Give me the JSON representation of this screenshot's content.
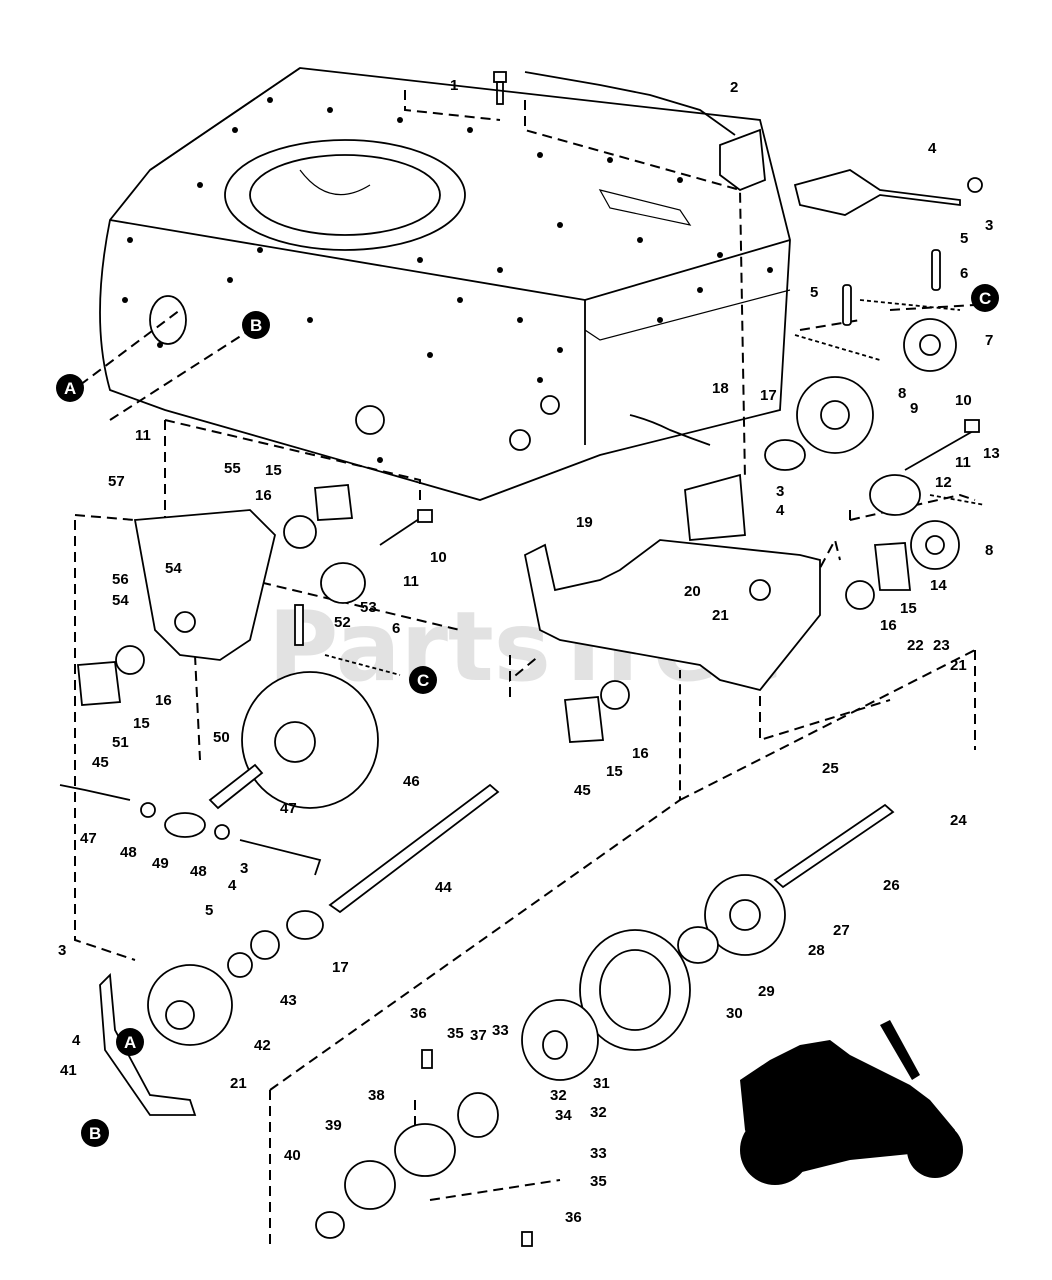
{
  "watermark": {
    "text": "PartsTree",
    "tm": "™"
  },
  "callouts": [
    "A",
    "B",
    "C"
  ],
  "part_numbers": [
    "1",
    "2",
    "3",
    "4",
    "5",
    "6",
    "7",
    "8",
    "9",
    "10",
    "11",
    "12",
    "13",
    "14",
    "15",
    "16",
    "17",
    "18",
    "19",
    "20",
    "21",
    "22",
    "23",
    "24",
    "25",
    "26",
    "27",
    "28",
    "29",
    "30",
    "31",
    "32",
    "33",
    "34",
    "35",
    "36",
    "37",
    "38",
    "39",
    "40",
    "41",
    "42",
    "43",
    "44",
    "45",
    "46",
    "47",
    "48",
    "49",
    "50",
    "51",
    "52",
    "53",
    "54",
    "55",
    "56",
    "57"
  ],
  "colors": {
    "ink": "#000000",
    "paper": "#ffffff",
    "watermark": "#d9d9d9"
  }
}
